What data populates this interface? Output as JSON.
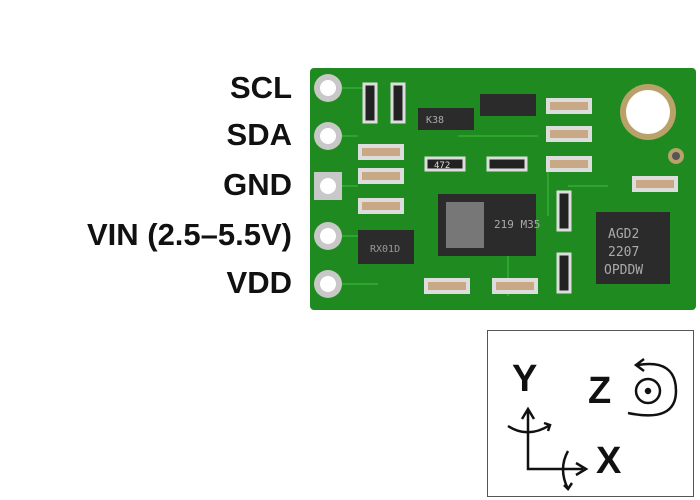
{
  "pins": [
    {
      "label": "SCL"
    },
    {
      "label": "SDA"
    },
    {
      "label": "GND"
    },
    {
      "label": "VIN (2.5–5.5V)"
    },
    {
      "label": "VDD"
    }
  ],
  "chip_markings": {
    "regulator": "RX01D",
    "transistor_1": "K38",
    "accelerometer": "219 M35",
    "gyro_line1": "AGD2",
    "gyro_line2": "2207",
    "gyro_line3": "OPDDW",
    "resistor": "472"
  },
  "axes_legend": {
    "x": "X",
    "y": "Y",
    "z": "Z"
  },
  "colors": {
    "pcb": "#1f8a1f",
    "chip": "#2b2b2b"
  }
}
